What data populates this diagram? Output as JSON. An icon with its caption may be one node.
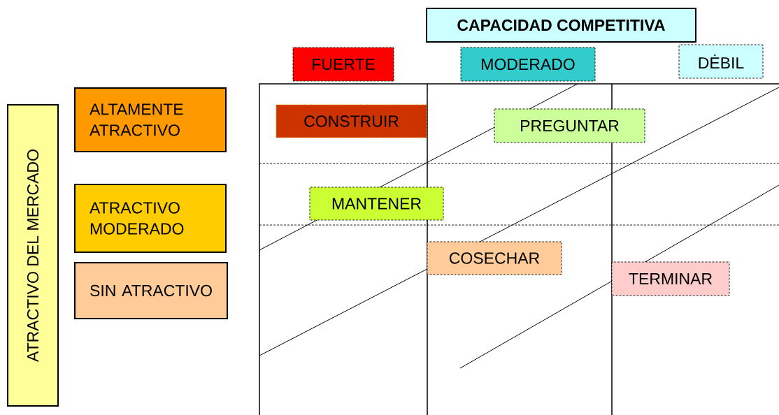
{
  "diagram": {
    "nodes": [
      {
        "text": [
          "CAPACIDAD COMPETITIVA"
        ]
      },
      {
        "text": [
          "FUERTE"
        ]
      },
      {
        "text": [
          "MODERADO"
        ]
      },
      {
        "text": [
          "DĖBIL"
        ]
      },
      {
        "text": [
          "ATRACTIVO DEL MERCADO"
        ]
      },
      {
        "text": [
          "ALTAMENTE ATRACTIVO"
        ]
      },
      {
        "text": [
          "ATRACTIVO MODERADO"
        ]
      },
      {
        "text": [
          "SIN ATRACTIVO"
        ]
      },
      {
        "text": [
          "CONSTRUIR"
        ]
      },
      {
        "text": [
          "PREGUNTAR"
        ]
      },
      {
        "text": [
          "MANTENER"
        ]
      },
      {
        "text": [
          "COSECHAR"
        ]
      },
      {
        "text": [
          "TERMINAR"
        ]
      }
    ]
  }
}
